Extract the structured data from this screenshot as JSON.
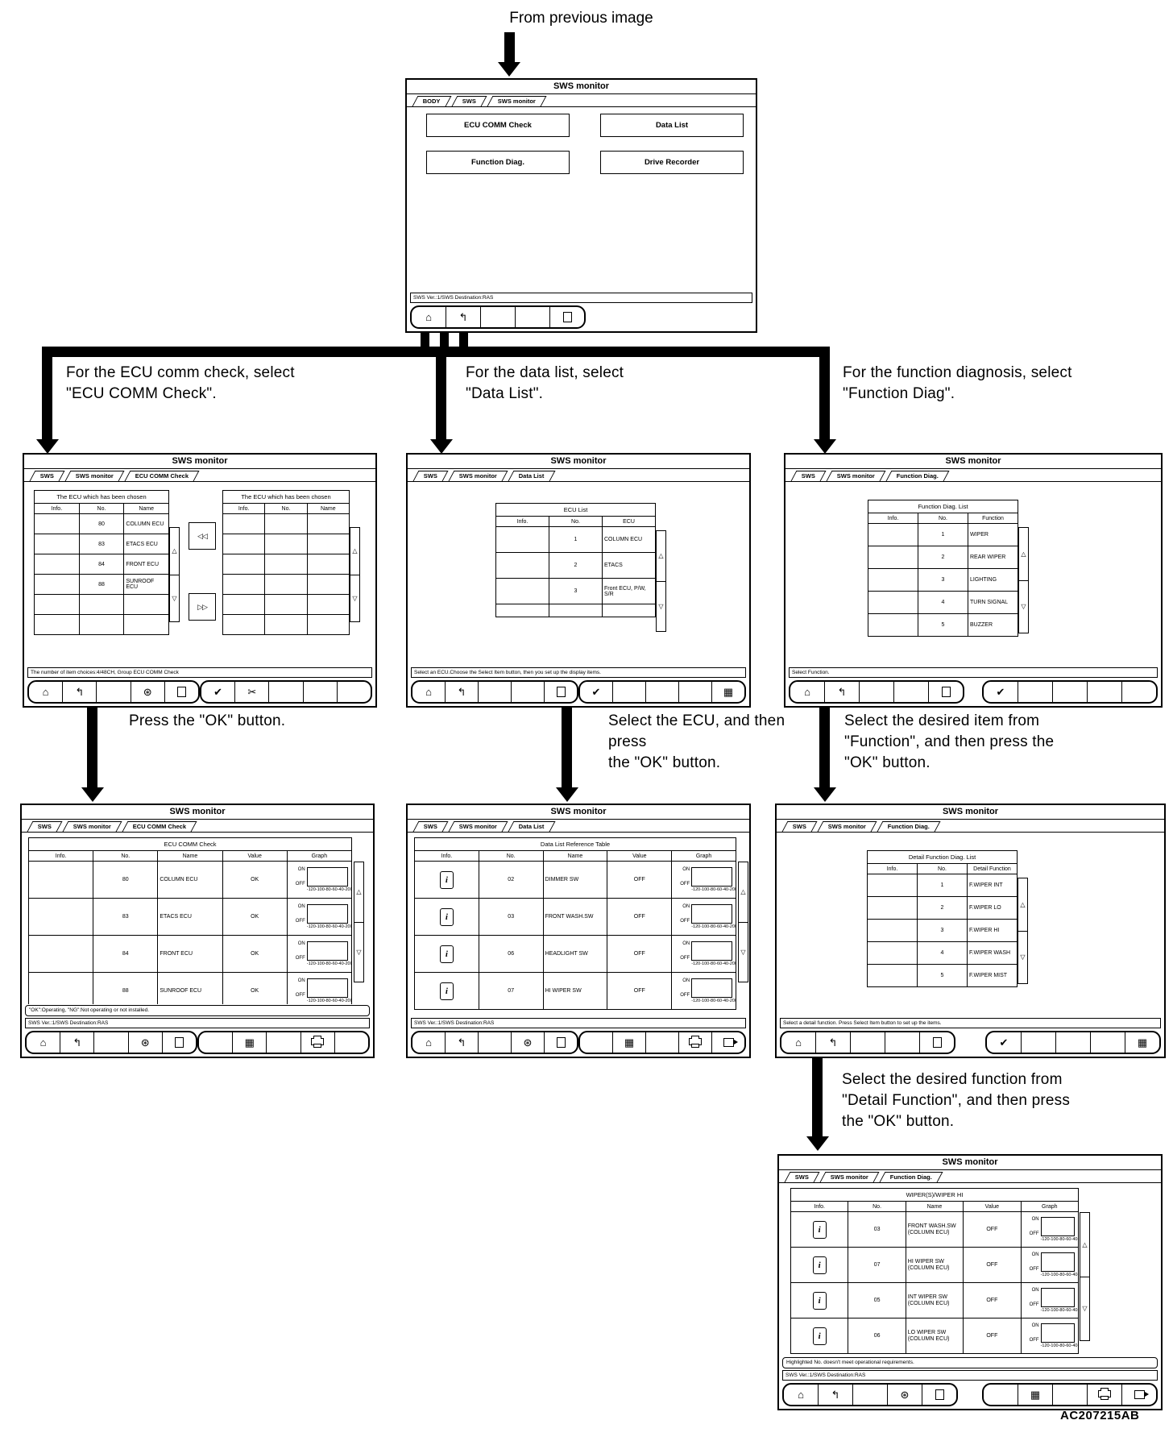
{
  "figure_code": "AC207215AB",
  "flow_labels": {
    "from_previous": "From previous image",
    "branch_ecu": "For the ECU comm check, select\n\"ECU COMM Check\".",
    "branch_data": "For the data list, select\n\"Data List\".",
    "branch_func": "For the function diagnosis, select\n\"Function Diag\".",
    "press_ok": "Press the \"OK\" button.",
    "select_ecu": "Select the ECU, and then press\nthe \"OK\" button.",
    "select_item": "Select the desired item from\n\"Function\", and then press the\n\"OK\" button.",
    "select_detail": "Select the desired function from\n\"Detail Function\", and then press\nthe \"OK\" button."
  },
  "common": {
    "title": "SWS monitor",
    "on": "ON",
    "off": "OFF",
    "graph_ticks": [
      "-120",
      "-100",
      "-80",
      "-60",
      "-40",
      "-20",
      "0"
    ],
    "version_status": "SWS Ver.:1/SWS Destination:RAS"
  },
  "icons": {
    "home": "⌂",
    "return": "↰",
    "ok": "✔",
    "cancel": "✂",
    "grid": "▦",
    "select_item": "▦",
    "sphere": "⊛",
    "scroll_up": "△",
    "scroll_down": "▽",
    "transfer_left": "◁◁",
    "transfer_right": "▷▷",
    "info": "i",
    "page": "css-shape",
    "printer": "css-shape",
    "film": "css-shape"
  },
  "screens": {
    "main": {
      "tabs": [
        "BODY",
        "SWS",
        "SWS monitor"
      ],
      "buttons": [
        "ECU COMM Check",
        "Data List",
        "Function Diag.",
        "Drive Recorder"
      ],
      "status": "SWS Ver.:1/SWS Destination:RAS"
    },
    "ecu_select": {
      "tabs": [
        "SWS",
        "SWS monitor",
        "ECU COMM Check"
      ],
      "chosen_title": "The ECU which has been chosen",
      "available_title": "The ECU which has been chosen",
      "headers": [
        "Info.",
        "No.",
        "Name"
      ],
      "rows": [
        {
          "no": "80",
          "name": "COLUMN ECU"
        },
        {
          "no": "83",
          "name": "ETACS ECU"
        },
        {
          "no": "84",
          "name": "FRONT ECU"
        },
        {
          "no": "88",
          "name": "SUNROOF ECU"
        }
      ],
      "status": "The number of item choices:4/48CH, Group ECU COMM Check"
    },
    "data_list": {
      "tabs": [
        "SWS",
        "SWS monitor",
        "Data List"
      ],
      "table_title": "ECU List",
      "headers": [
        "Info.",
        "No.",
        "ECU"
      ],
      "rows": [
        {
          "no": "1",
          "ecu": "COLUMN ECU"
        },
        {
          "no": "2",
          "ecu": "ETACS"
        },
        {
          "no": "3",
          "ecu": "Front ECU, P/W, S/R"
        }
      ],
      "status": "Select an ECU.Choose the Select Item button, then you set up the display items."
    },
    "func_diag": {
      "tabs": [
        "SWS",
        "SWS monitor",
        "Function Diag."
      ],
      "table_title": "Function Diag. List",
      "headers": [
        "Info.",
        "No.",
        "Function"
      ],
      "rows": [
        {
          "no": "1",
          "fn": "WIPER"
        },
        {
          "no": "2",
          "fn": "REAR WIPER"
        },
        {
          "no": "3",
          "fn": "LIGHTING"
        },
        {
          "no": "4",
          "fn": "TURN SIGNAL"
        },
        {
          "no": "5",
          "fn": "BUZZER"
        }
      ],
      "status": "Select Function."
    },
    "ecu_result": {
      "tabs": [
        "SWS",
        "SWS monitor",
        "ECU COMM Check"
      ],
      "table_title": "ECU COMM Check",
      "headers": [
        "Info.",
        "No.",
        "Name",
        "Value",
        "Graph"
      ],
      "rows": [
        {
          "no": "80",
          "name": "COLUMN ECU",
          "value": "OK"
        },
        {
          "no": "83",
          "name": "ETACS ECU",
          "value": "OK"
        },
        {
          "no": "84",
          "name": "FRONT ECU",
          "value": "OK"
        },
        {
          "no": "88",
          "name": "SUNROOF ECU",
          "value": "OK"
        }
      ],
      "message": "\"OK\":Operating, \"NG\":Not operating or not installed.",
      "status": "SWS Ver.:1/SWS Destination:RAS"
    },
    "data_ref": {
      "tabs": [
        "SWS",
        "SWS monitor",
        "Data List"
      ],
      "table_title": "Data List Reference Table",
      "headers": [
        "Info.",
        "No.",
        "Name",
        "Value",
        "Graph"
      ],
      "rows": [
        {
          "no": "02",
          "name": "DIMMER SW",
          "value": "OFF"
        },
        {
          "no": "03",
          "name": "FRONT WASH.SW",
          "value": "OFF"
        },
        {
          "no": "06",
          "name": "HEADLIGHT SW",
          "value": "OFF"
        },
        {
          "no": "07",
          "name": "HI WIPER SW",
          "value": "OFF"
        }
      ],
      "status": "SWS Ver.:1/SWS Destination:RAS"
    },
    "detail_func": {
      "tabs": [
        "SWS",
        "SWS monitor",
        "Function Diag."
      ],
      "table_title": "Detail Function Diag. List",
      "headers": [
        "Info.",
        "No.",
        "Detail Function"
      ],
      "rows": [
        {
          "no": "1",
          "fn": "F.WIPER INT"
        },
        {
          "no": "2",
          "fn": "F.WIPER LO"
        },
        {
          "no": "3",
          "fn": "F.WIPER HI"
        },
        {
          "no": "4",
          "fn": "F.WIPER WASH"
        },
        {
          "no": "5",
          "fn": "F.WIPER MIST"
        }
      ],
      "status": "Select a detail function. Press Select Item button to set up the items."
    },
    "wiper_hi": {
      "tabs": [
        "SWS",
        "SWS monitor",
        "Function Diag."
      ],
      "table_title": "WIPER(S)/WIPER HI",
      "headers": [
        "Info.",
        "No.",
        "Name",
        "Value",
        "Graph"
      ],
      "rows": [
        {
          "no": "03",
          "name": "FRONT WASH.SW\n(COLUMN ECU)",
          "value": "OFF"
        },
        {
          "no": "07",
          "name": "HI WIPER SW\n(COLUMN ECU)",
          "value": "OFF"
        },
        {
          "no": "05",
          "name": "INT WIPER SW\n(COLUMN ECU)",
          "value": "OFF"
        },
        {
          "no": "06",
          "name": "LO WIPER SW\n(COLUMN ECU)",
          "value": "OFF"
        }
      ],
      "message": "Highlighted No. doesn't meet operational requirements.",
      "status": "SWS Ver.:1/SWS Destination:RAS"
    }
  }
}
